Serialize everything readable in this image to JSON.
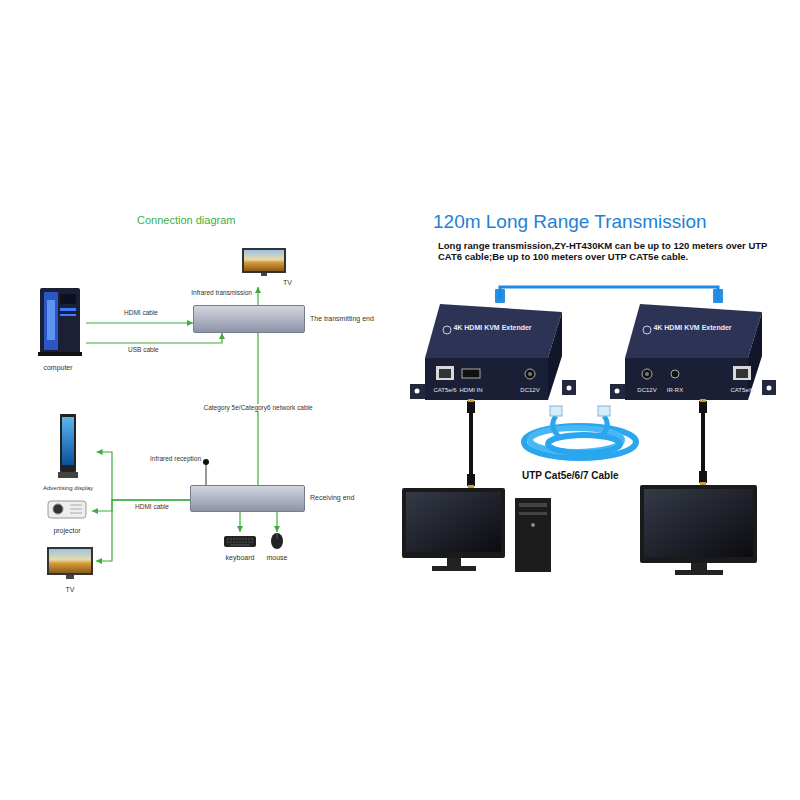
{
  "diagram": {
    "title": "120m Long Range Transmission",
    "nodes": [
      {
        "text": [
          "computer"
        ]
      },
      {
        "text": [
          "TV"
        ]
      },
      {
        "text": [
          "The transmitting end"
        ]
      },
      {
        "text": [
          "Advertising display"
        ]
      },
      {
        "text": [
          "Receiving end"
        ]
      },
      {
        "text": [
          "keyboard"
        ]
      },
      {
        "text": [
          "mouse"
        ]
      },
      {
        "text": [
          "projector"
        ]
      },
      {
        "text": [
          "TV"
        ]
      },
      {
        "text": [
          "4K HDMI KVM Extender"
        ]
      },
      {
        "text": [
          "4K HDMI KVM Extender"
        ]
      }
    ],
    "edges": [
      {
        "from": 0,
        "to": 2,
        "arrow": "to",
        "label": "HDMI cable"
      },
      {
        "from": 0,
        "to": 2,
        "arrow": "to",
        "label": "USB cable"
      },
      {
        "from": 2,
        "to": 1,
        "arrow": "to"
      },
      {
        "from": 2,
        "to": 4,
        "arrow": "none",
        "label": "Category 5e/Category6 network cable"
      },
      {
        "from": 4,
        "to": 3,
        "arrow": "to",
        "label": "HDMI cable"
      },
      {
        "from": 4,
        "to": 7,
        "arrow": "to"
      },
      {
        "from": 4,
        "to": 8,
        "arrow": "to"
      },
      {
        "from": 4,
        "to": 5,
        "arrow": "to"
      },
      {
        "from": 4,
        "to": 6,
        "arrow": "to"
      },
      {
        "from": 9,
        "to": 10,
        "arrow": "none"
      }
    ],
    "labels": [
      "Connection diagram",
      "Infrared transmission",
      "Infrared reception",
      "Long range transmission,ZY-HT430KM can be up to 120 meters over UTP CAT6 cable;Be up to 100 meters over UTP CAT5e cable.",
      "CAT5e/6",
      "HDMI IN",
      "DC12V",
      "DC12V",
      "IR-RX",
      "CAT5e/6",
      "UTP Cat5e/6/7 Cable"
    ]
  }
}
